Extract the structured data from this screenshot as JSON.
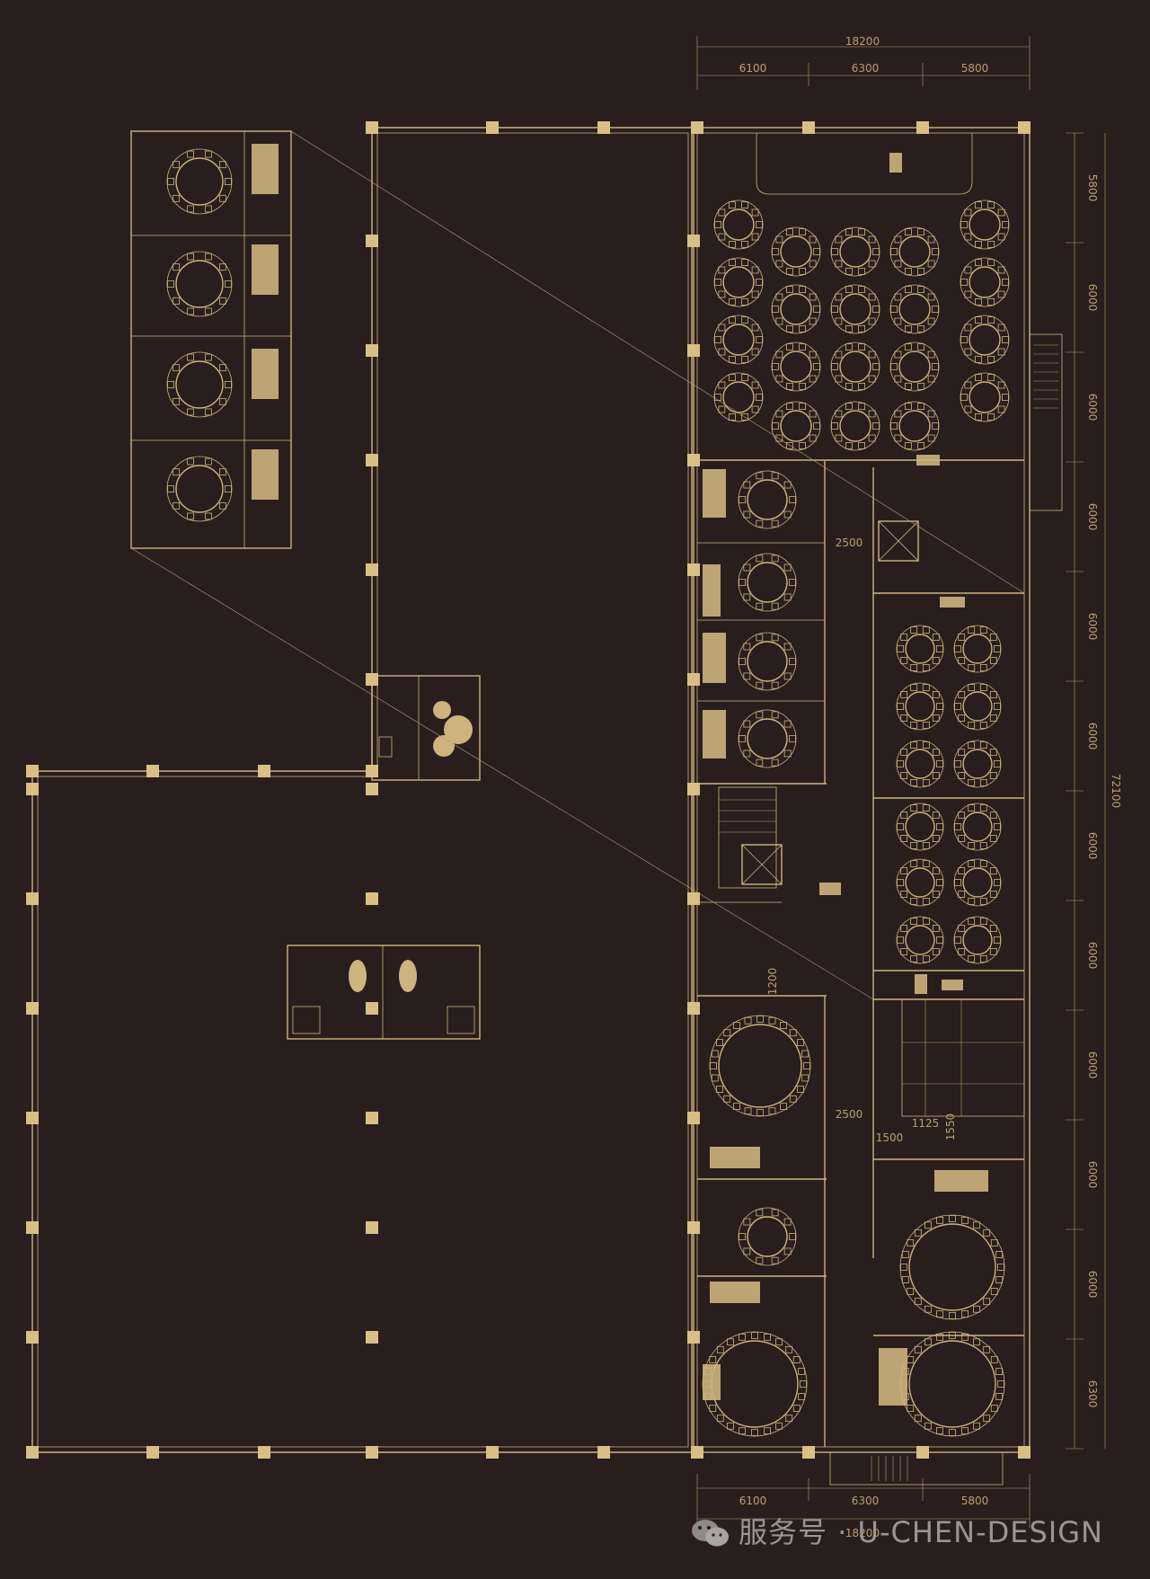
{
  "dimensions": {
    "top_total": "18200",
    "top_segments": [
      "6100",
      "6300",
      "5800"
    ],
    "bottom_total": "18200",
    "bottom_segments": [
      "6100",
      "6300",
      "5800"
    ],
    "right_total": "72100",
    "right_segments": [
      "5800",
      "6000",
      "6000",
      "6000",
      "6000",
      "6000",
      "6000",
      "6000",
      "6000",
      "6000",
      "6000",
      "6300"
    ],
    "corridor_widths": [
      "2500",
      "2500",
      "1200",
      "1500",
      "1125",
      "1550"
    ]
  },
  "watermark": {
    "brand": "服务号 · U-CHEN-DESIGN",
    "icon": "wechat-icon"
  },
  "colors": {
    "background": "#2a1d1d",
    "line": "#cdb47e"
  }
}
